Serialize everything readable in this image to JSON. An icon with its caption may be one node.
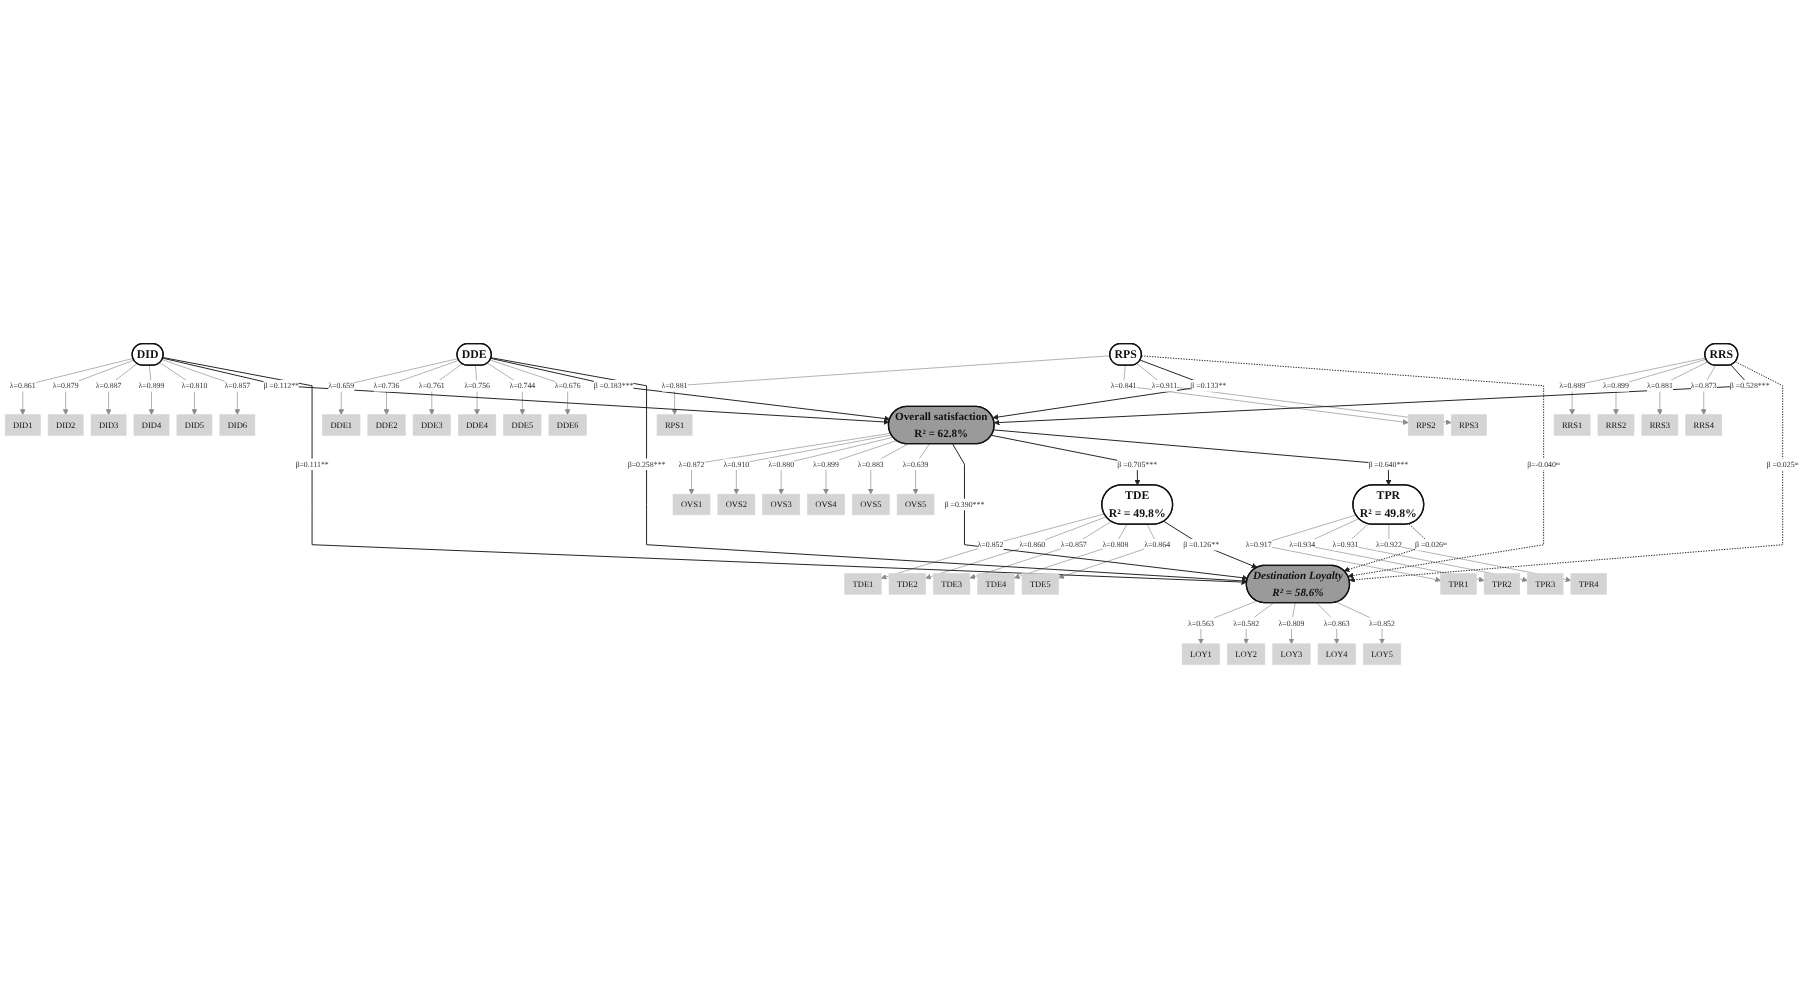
{
  "diagram": {
    "nodes": [
      {
        "text": [
          "DID1"
        ]
      },
      {
        "text": [
          "DID2"
        ]
      },
      {
        "text": [
          "DID3"
        ]
      },
      {
        "text": [
          "DID4"
        ]
      },
      {
        "text": [
          "DID5"
        ]
      },
      {
        "text": [
          "DID6"
        ]
      },
      {
        "text": [
          "DID"
        ]
      },
      {
        "text": [
          "DDE"
        ]
      },
      {
        "text": [
          "DDE1"
        ]
      },
      {
        "text": [
          "DDE2"
        ]
      },
      {
        "text": [
          "DDE3"
        ]
      },
      {
        "text": [
          "DDE4"
        ]
      },
      {
        "text": [
          "DDE5"
        ]
      },
      {
        "text": [
          "DDE6"
        ]
      },
      {
        "text": [
          "RPS1"
        ]
      },
      {
        "text": [
          "RPS2"
        ]
      },
      {
        "text": [
          "RPS3"
        ]
      },
      {
        "text": [
          "RPS"
        ]
      },
      {
        "text": [
          "LOY1"
        ]
      },
      {
        "text": [
          "LOY2"
        ]
      },
      {
        "text": [
          "LOY3"
        ]
      },
      {
        "text": [
          "LOY4"
        ]
      },
      {
        "text": [
          "LOY5"
        ]
      },
      {
        "text": [
          "OVS1"
        ]
      },
      {
        "text": [
          "OVS2"
        ]
      },
      {
        "text": [
          "OVS3"
        ]
      },
      {
        "text": [
          "OVS4"
        ]
      },
      {
        "text": [
          "OVS5"
        ]
      },
      {
        "text": [
          "OVS5"
        ]
      },
      {
        "text": [
          "Overall satisfaction",
          "R² = 62.8%"
        ]
      },
      {
        "text": [
          "Destination Loyalty",
          "R² = 58.6%"
        ]
      },
      {
        "text": [
          "RRS1"
        ]
      },
      {
        "text": [
          "RRS2"
        ]
      },
      {
        "text": [
          "RRS3"
        ]
      },
      {
        "text": [
          "RRS4"
        ]
      },
      {
        "text": [
          "RRS"
        ]
      },
      {
        "text": [
          "TDE",
          "R² = 49.8%"
        ]
      },
      {
        "text": [
          "TPR",
          "R² = 49.8%"
        ]
      },
      {
        "text": [
          "TPR1"
        ]
      },
      {
        "text": [
          "TPR2"
        ]
      },
      {
        "text": [
          "TPR3"
        ]
      },
      {
        "text": [
          "TPR4"
        ]
      },
      {
        "text": [
          "TDE1"
        ]
      },
      {
        "text": [
          "TDE2"
        ]
      },
      {
        "text": [
          "TDE3"
        ]
      },
      {
        "text": [
          "TDE4"
        ]
      },
      {
        "text": [
          "TDE5"
        ]
      }
    ],
    "edges": [
      {
        "from": 6,
        "to": 0,
        "arrow": "to",
        "label": "λ=0.861"
      },
      {
        "from": 6,
        "to": 1,
        "arrow": "to",
        "label": "λ=0.879"
      },
      {
        "from": 6,
        "to": 2,
        "arrow": "to",
        "label": "λ=0.887"
      },
      {
        "from": 6,
        "to": 3,
        "arrow": "to",
        "label": "λ=0.899"
      },
      {
        "from": 6,
        "to": 4,
        "arrow": "to",
        "label": "λ=0.810"
      },
      {
        "from": 6,
        "to": 5,
        "arrow": "to",
        "label": "λ=0.857"
      },
      {
        "from": 7,
        "to": 8,
        "arrow": "to",
        "label": "λ=0.659"
      },
      {
        "from": 7,
        "to": 9,
        "arrow": "to",
        "label": "λ=0.736"
      },
      {
        "from": 7,
        "to": 10,
        "arrow": "to",
        "label": "λ=0.761"
      },
      {
        "from": 7,
        "to": 11,
        "arrow": "to",
        "label": "λ=0.756"
      },
      {
        "from": 7,
        "to": 12,
        "arrow": "to",
        "label": "λ=0.744"
      },
      {
        "from": 7,
        "to": 13,
        "arrow": "to",
        "label": "λ=0.676"
      },
      {
        "from": 17,
        "to": 14,
        "arrow": "to",
        "label": "λ=0.881"
      },
      {
        "from": 17,
        "to": 15,
        "arrow": "to",
        "label": "λ=0.841"
      },
      {
        "from": 17,
        "to": 16,
        "arrow": "to",
        "label": "λ=0.911"
      },
      {
        "from": 30,
        "to": 18,
        "arrow": "to",
        "label": "λ=0.563"
      },
      {
        "from": 30,
        "to": 19,
        "arrow": "to",
        "label": "λ=0.582"
      },
      {
        "from": 30,
        "to": 20,
        "arrow": "to",
        "label": "λ=0.809"
      },
      {
        "from": 30,
        "to": 21,
        "arrow": "to",
        "label": "λ=0.863"
      },
      {
        "from": 30,
        "to": 22,
        "arrow": "to",
        "label": "λ=0.852"
      },
      {
        "from": 29,
        "to": 23,
        "arrow": "to",
        "label": "λ=0.872"
      },
      {
        "from": 29,
        "to": 24,
        "arrow": "to",
        "label": "λ=0.910"
      },
      {
        "from": 29,
        "to": 25,
        "arrow": "to",
        "label": "λ=0.880"
      },
      {
        "from": 29,
        "to": 26,
        "arrow": "to",
        "label": "λ=0.899"
      },
      {
        "from": 29,
        "to": 27,
        "arrow": "to",
        "label": "λ=0.883"
      },
      {
        "from": 29,
        "to": 28,
        "arrow": "to",
        "label": "λ=0.639"
      },
      {
        "from": 35,
        "to": 31,
        "arrow": "to",
        "label": "λ=0.889"
      },
      {
        "from": 35,
        "to": 32,
        "arrow": "to",
        "label": "λ=0.899"
      },
      {
        "from": 35,
        "to": 33,
        "arrow": "to",
        "label": "λ=0.881"
      },
      {
        "from": 35,
        "to": 34,
        "arrow": "to",
        "label": "λ=0.873"
      },
      {
        "from": 37,
        "to": 38,
        "arrow": "to",
        "label": "λ=0.917"
      },
      {
        "from": 37,
        "to": 39,
        "arrow": "to",
        "label": "λ=0.934"
      },
      {
        "from": 37,
        "to": 40,
        "arrow": "to",
        "label": "λ=0.931"
      },
      {
        "from": 37,
        "to": 41,
        "arrow": "to",
        "label": "λ=0.922"
      },
      {
        "from": 36,
        "to": 42,
        "arrow": "to",
        "label": "λ=0.852"
      },
      {
        "from": 36,
        "to": 43,
        "arrow": "to",
        "label": "λ=0.860"
      },
      {
        "from": 36,
        "to": 44,
        "arrow": "to",
        "label": "λ=0.857"
      },
      {
        "from": 36,
        "to": 45,
        "arrow": "to",
        "label": "λ=0.808"
      },
      {
        "from": 36,
        "to": 46,
        "arrow": "to",
        "label": "λ=0.864"
      },
      {
        "from": 17,
        "to": 29,
        "arrow": "to",
        "label": "β =0.133**",
        "color": "#222222"
      },
      {
        "from": 17,
        "to": 30,
        "arrow": "to",
        "label": "β=-0.040ⁿˢ",
        "style": "dashed",
        "color": "#222222"
      },
      {
        "from": 6,
        "to": 29,
        "arrow": "to",
        "label": "β =0.112**",
        "color": "#222222"
      },
      {
        "from": 6,
        "to": 30,
        "arrow": "to",
        "label": "β=0.111**",
        "color": "#222222"
      },
      {
        "from": 7,
        "to": 29,
        "arrow": "to",
        "label": "β =0.183***",
        "color": "#222222"
      },
      {
        "from": 7,
        "to": 30,
        "arrow": "to",
        "label": "β=0.258***",
        "color": "#222222"
      },
      {
        "from": 29,
        "to": 30,
        "arrow": "to",
        "label": "β =0.390***",
        "color": "#222222"
      },
      {
        "from": 29,
        "to": 36,
        "arrow": "to",
        "label": "β =0.705***",
        "color": "#222222"
      },
      {
        "from": 29,
        "to": 37,
        "arrow": "to",
        "label": "β =0.640***",
        "color": "#222222"
      },
      {
        "from": 35,
        "to": 29,
        "arrow": "to",
        "label": "β =0.528***",
        "color": "#222222"
      },
      {
        "from": 35,
        "to": 30,
        "arrow": "to",
        "label": "β =0.025ⁿˢ",
        "style": "dashed",
        "color": "#222222"
      },
      {
        "from": 36,
        "to": 30,
        "arrow": "to",
        "label": "β =0.126**",
        "color": "#222222"
      },
      {
        "from": 37,
        "to": 30,
        "arrow": "to",
        "label": "β =0.026ⁿˢ",
        "style": "dashed",
        "color": "#222222"
      }
    ]
  }
}
